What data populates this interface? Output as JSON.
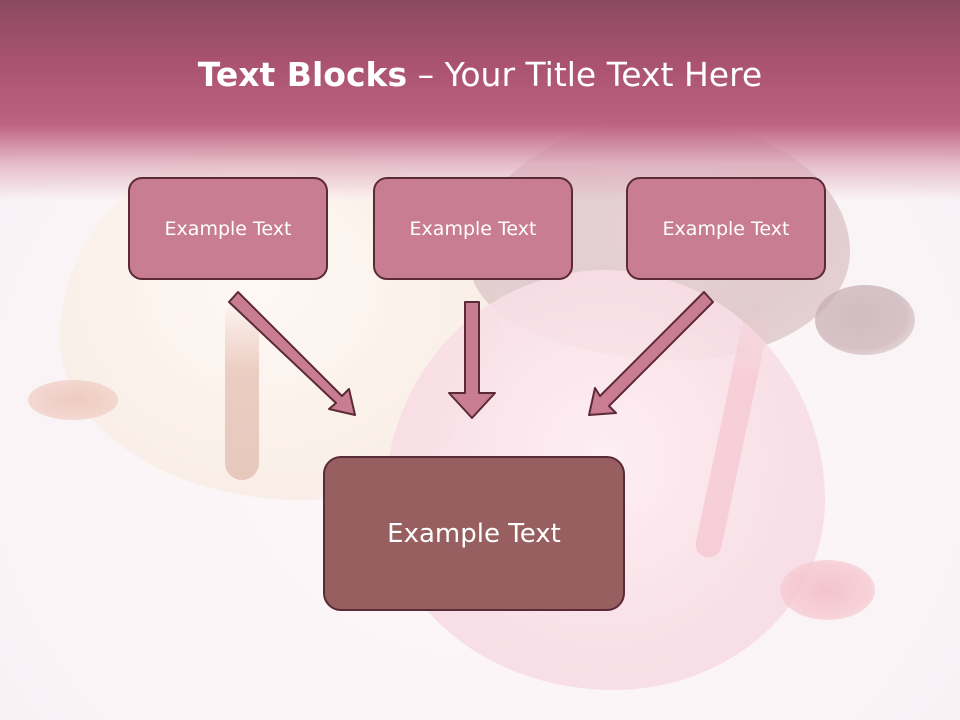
{
  "slide": {
    "title": {
      "bold": "Text Blocks",
      "separator": " – ",
      "rest": "Your Title Text Here"
    },
    "boxes": {
      "left": "Example Text",
      "center": "Example Text",
      "right": "Example Text",
      "bottom": "Example Text"
    },
    "colors": {
      "title_band": "#b15570",
      "small_box_fill": "#c97d92",
      "bottom_box_fill": "#975f5f",
      "box_border": "#5b2a37",
      "arrow_fill": "#c97d92"
    }
  }
}
